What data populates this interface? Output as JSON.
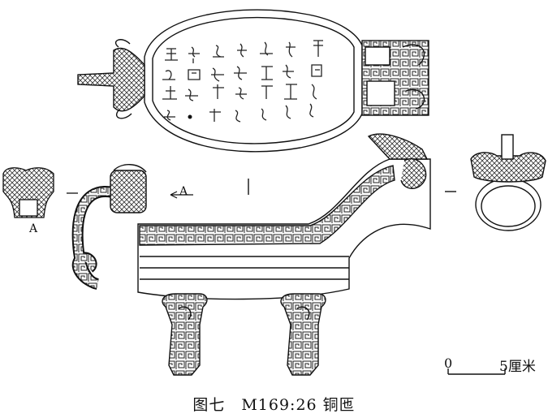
{
  "figure": {
    "detail_label": "A",
    "arrow_label": "A",
    "scale_zero": "0",
    "scale_unit": "5厘米",
    "caption": "图七　M169:26 铜匜"
  },
  "icons": {
    "top_view": "vessel-top-view-with-inscription",
    "side_view": "vessel-side-view",
    "rear_view": "vessel-rear-view",
    "detail": "handle-beast-head-detail"
  }
}
